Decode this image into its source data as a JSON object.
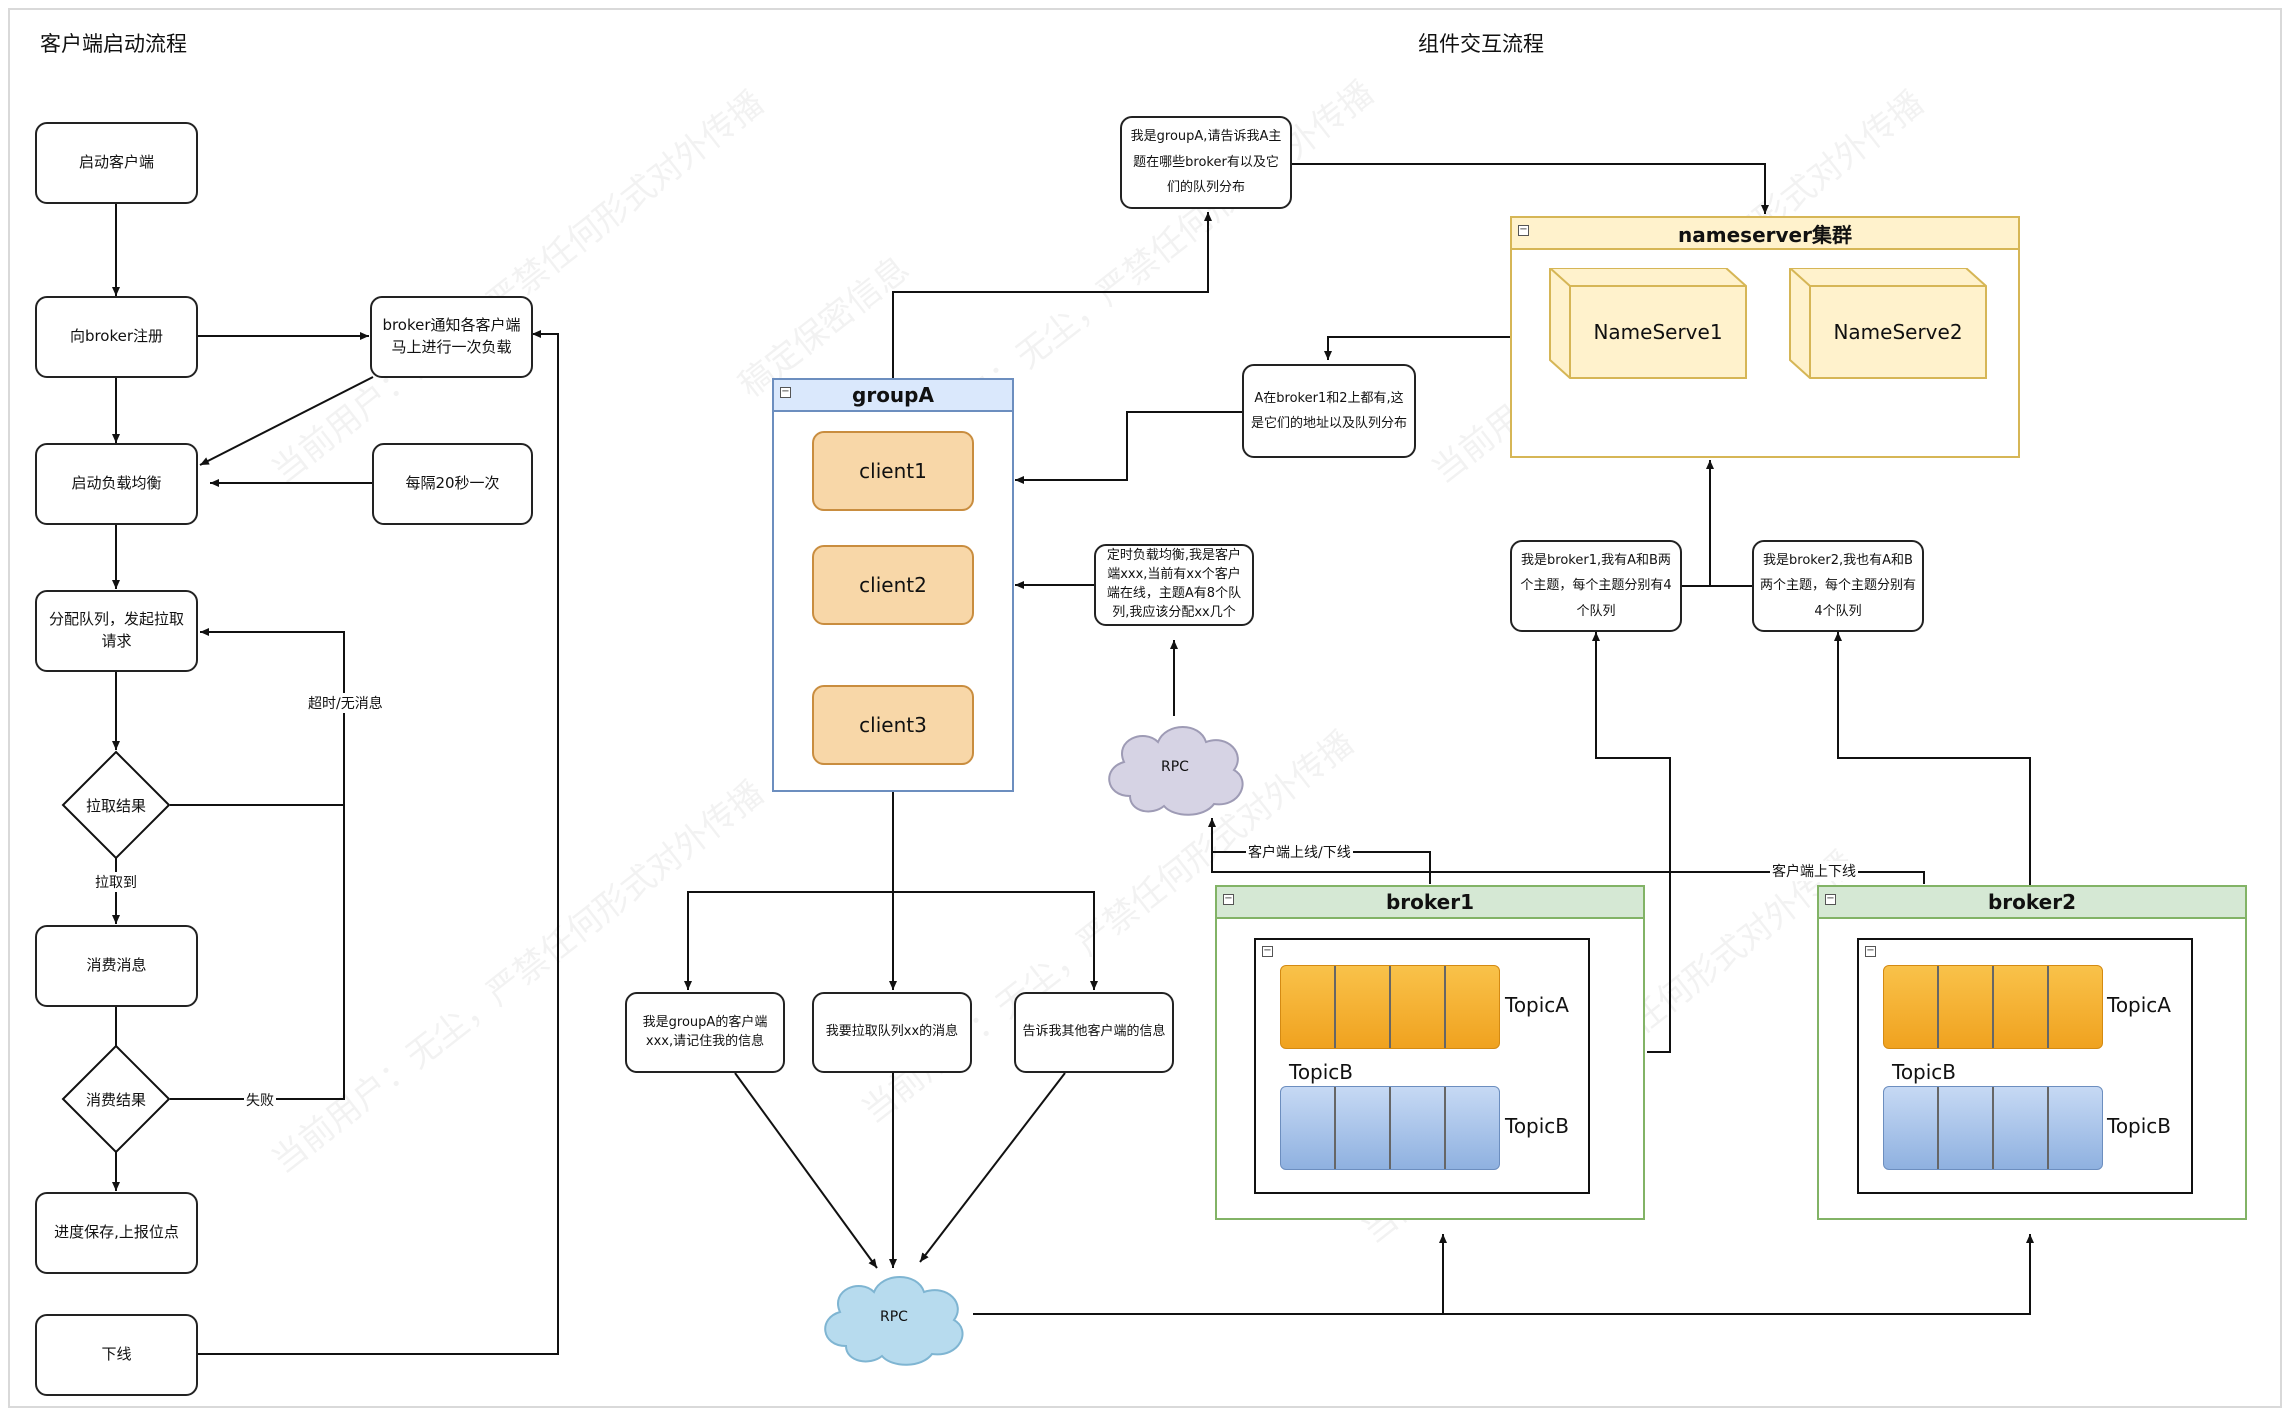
{
  "titles": {
    "left": "客户端启动流程",
    "right": "组件交互流程"
  },
  "flow": {
    "start": "启动客户端",
    "register": "向broker注册",
    "broker_notify": "broker通知各客户端马上进行一次负载",
    "rebalance": "启动负载均衡",
    "every20s": "每隔20秒一次",
    "assign": "分配队列，发起拉取请求",
    "pull_result": "拉取结果",
    "pulled": "拉取到",
    "timeout": "超时/无消息",
    "consume": "消费消息",
    "consume_result": "消费结果",
    "failed": "失败",
    "save": "进度保存,上报位点",
    "offline": "下线"
  },
  "interaction": {
    "ask_nameserver": "我是groupA,请告诉我A主题在哪些broker有以及它们的队列分布",
    "nameserver_title": "nameserver集群",
    "ns1": "NameServe1",
    "ns2": "NameServe2",
    "ns_reply": "A在broker1和2上都有,这是它们的地址以及队列分布",
    "group_title": "groupA",
    "clients": [
      "client1",
      "client2",
      "client3"
    ],
    "rebalance_msg": "定时负载均衡,我是客户端xxx,当前有xx个客户端在线，主题A有8个队列,我应该分配xx几个",
    "rpc_top": "RPC",
    "rpc_bottom": "RPC",
    "broker1_report": "我是broker1,我有A和B两个主题，每个主题分别有4个队列",
    "broker2_report": "我是broker2,我也有A和B两个主题，每个主题分别有4个队列",
    "client_online1": "客户端上线/下线",
    "client_online2": "客户端上下线",
    "req_register": "我是groupA的客户端xxx,请记住我的信息",
    "req_pull": "我要拉取队列xx的消息",
    "req_others": "告诉我其他客户端的信息",
    "broker1_title": "broker1",
    "broker2_title": "broker2",
    "topicA": "TopicA",
    "topicB": "TopicB",
    "topicB_label": "TopicB"
  },
  "colors": {
    "group_fill": "#dae8fc",
    "group_border": "#6c8ebf",
    "ns_fill": "#fff2cc",
    "ns_border": "#d6b656",
    "broker_fill": "#d5e8d4",
    "broker_border": "#82b366",
    "client_fill": "#f8d7a8",
    "topicA_fill": "#f5b335",
    "topicB_fill": "#a9c4eb",
    "rpc_top_fill": "#d6d3e4",
    "rpc_bottom_fill": "#b7dbee"
  },
  "watermark": [
    "当前用户：无尘",
    "严禁任何形式对外传播",
    "稿定保密信息"
  ]
}
